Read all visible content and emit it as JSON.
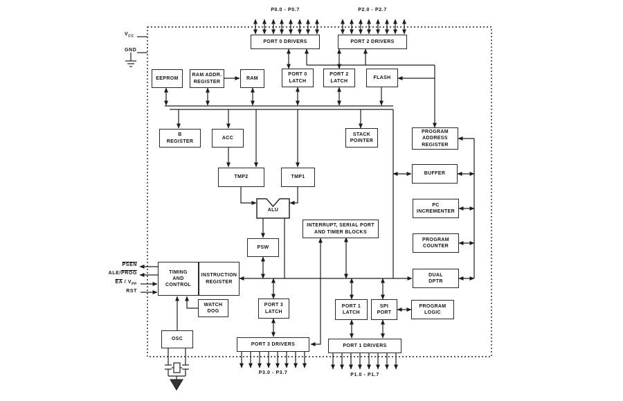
{
  "colors": {
    "line": "#1c1c1c",
    "background": "#ffffff",
    "box_border": "#262626",
    "text": "#111111"
  },
  "pins": {
    "port0": {
      "label": "P0.0 - P0.7"
    },
    "port2": {
      "label": "P2.0 - P2.7"
    },
    "port3": {
      "label": "P3.0 - P3.7"
    },
    "port1": {
      "label": "P1.0 - P1.7"
    }
  },
  "power": {
    "vcc_main": "V",
    "vcc_sub": "CC",
    "gnd": "GND"
  },
  "signals": {
    "psen": "PSEN",
    "ale_prefix": "ALE/",
    "ale_overline": "PROG",
    "ea_overline": "EA",
    "ea_sep": " / ",
    "ea_v": "V",
    "ea_vsub": "PP",
    "rst": "RST"
  },
  "blocks": {
    "port0_drivers": {
      "label": "PORT 0 DRIVERS"
    },
    "port2_drivers": {
      "label": "PORT 2 DRIVERS"
    },
    "eeprom": {
      "label": "EEPROM"
    },
    "ram_addr": {
      "label": "RAM ADDR.\nREGISTER"
    },
    "ram": {
      "label": "RAM"
    },
    "port0_latch": {
      "label": "PORT 0\nLATCH"
    },
    "port2_latch": {
      "label": "PORT 2\nLATCH"
    },
    "flash": {
      "label": "FLASH"
    },
    "b_register": {
      "label": "B\nREGISTER"
    },
    "acc": {
      "label": "ACC"
    },
    "stack_pointer": {
      "label": "STACK\nPOINTER"
    },
    "prog_addr_reg": {
      "label": "PROGRAM\nADDRESS\nREGISTER"
    },
    "tmp2": {
      "label": "TMP2"
    },
    "tmp1": {
      "label": "TMP1"
    },
    "buffer": {
      "label": "BUFFER"
    },
    "alu": {
      "label": "ALU"
    },
    "pc_incrementer": {
      "label": "PC\nINCREMENTER"
    },
    "psw": {
      "label": "PSW"
    },
    "interrupt_block": {
      "label": "INTERRUPT, SERIAL PORT\nAND TIMER BLOCKS"
    },
    "program_counter": {
      "label": "PROGRAM\nCOUNTER"
    },
    "timing_control": {
      "label": "TIMING\nAND\nCONTROL"
    },
    "instruction_register": {
      "label": "INSTRUCTION\nREGISTER"
    },
    "dual_dptr": {
      "label": "DUAL\nDPTR"
    },
    "watchdog": {
      "label": "WATCH\nDOG"
    },
    "port3_latch": {
      "label": "PORT 3\nLATCH"
    },
    "port1_latch": {
      "label": "PORT 1\nLATCH"
    },
    "spi_port": {
      "label": "SPI\nPORT"
    },
    "program_logic": {
      "label": "PROGRAM\nLOGIC"
    },
    "osc": {
      "label": "OSC"
    },
    "port3_drivers": {
      "label": "PORT 3 DRIVERS"
    },
    "port1_drivers": {
      "label": "PORT 1 DRIVERS"
    }
  }
}
